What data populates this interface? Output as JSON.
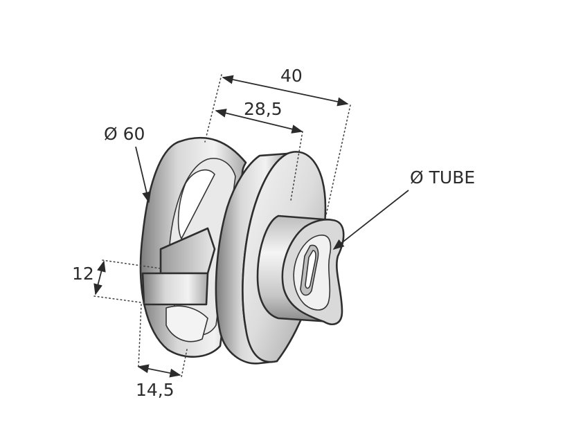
{
  "dimensions": {
    "overall_length": "40",
    "body_length": "28,5",
    "diameter": "Ø 60",
    "slot_height": "12",
    "ring_width": "14,5",
    "tube_label": "Ø TUBE"
  },
  "colors": {
    "metal_light": "#f4f4f4",
    "metal_mid": "#c9c9c9",
    "metal_dark": "#8f8f8f",
    "edge": "#2e2e2e"
  }
}
